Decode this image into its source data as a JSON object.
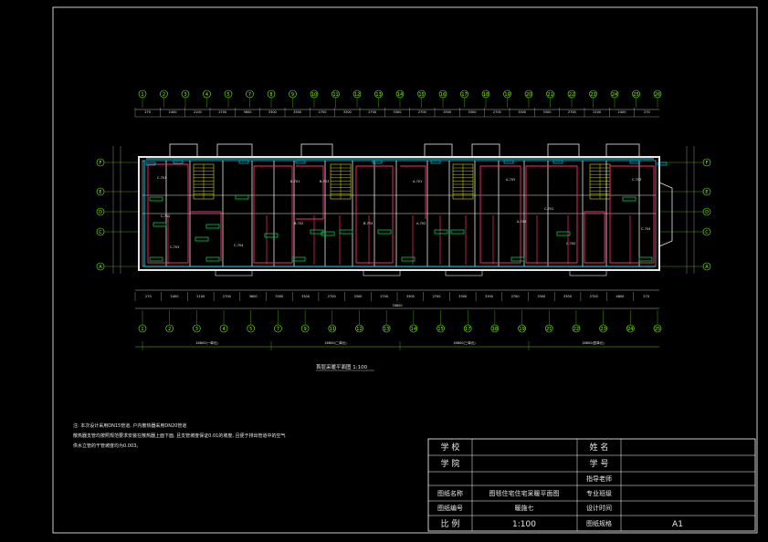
{
  "drawing": {
    "caption": "首层采暖平面图 1:100",
    "notes": [
      "注: 本次设计采用DN15管道,  户内散热器采用DN20管道",
      "散热器支管均按照规范要求安装在散热器上面下面, 且支管坡度保证0.01的坡度,  且便于排出管道中的空气",
      "供水立管的干管坡度均为0.003。"
    ],
    "axes_top": [
      "1",
      "2",
      "3",
      "4",
      "5",
      "7",
      "8",
      "9",
      "10",
      "11",
      "12",
      "13",
      "14",
      "15",
      "16",
      "17",
      "18",
      "19",
      "20",
      "21",
      "22",
      "23",
      "24",
      "25",
      "26"
    ],
    "axes_bottom": [
      "1",
      "2",
      "3",
      "4",
      "5",
      "7",
      "9",
      "11",
      "12",
      "13",
      "14",
      "15",
      "17",
      "18",
      "19",
      "21",
      "22",
      "23",
      "24",
      "25"
    ],
    "axes_side": [
      "F",
      "E",
      "D",
      "C",
      "A"
    ],
    "dims_top": [
      "270",
      "2400",
      "2100",
      "2700",
      "3600",
      "3300",
      "3300",
      "2700",
      "3300",
      "2700",
      "3300",
      "2700",
      "3300",
      "3300",
      "2700",
      "3300",
      "3300",
      "2700",
      "2100",
      "2400",
      "270"
    ],
    "dims_bottom": [
      "270",
      "2400",
      "2100",
      "2700",
      "3600",
      "3300",
      "3300",
      "2700",
      "3300",
      "2700",
      "3300",
      "2700",
      "3300",
      "3300",
      "2700",
      "3300",
      "3300",
      "2700",
      "4800",
      "270"
    ],
    "total_dim": "78600",
    "segment_dims": [
      "16800(一单元)",
      "16800(二单元)",
      "16800(三单元)",
      "16800(四单元)"
    ],
    "rooms": [
      "C-701",
      "C-702",
      "C-703",
      "C-704",
      "B-701",
      "B-702",
      "B-703",
      "B-704",
      "A-701",
      "A-702",
      "A-703",
      "A-704"
    ]
  },
  "title_block": {
    "school_label": "学 校",
    "school_value": "",
    "name_label": "姓 名",
    "name_value": "",
    "college_label": "学 院",
    "college_value": "",
    "student_id_label": "学 号",
    "student_id_value": "",
    "advisor_label": "指导老师",
    "advisor_value": "",
    "drawing_name_label": "图纸名称",
    "drawing_name_value": "图毯住宅住宅采暖平面图",
    "major_label": "专业班级",
    "major_value": "",
    "drawing_no_label": "图纸编号",
    "drawing_no_value": "暖施七",
    "design_time_label": "设计时间",
    "design_time_value": "",
    "scale_label": "比 例",
    "scale_value": "1:100",
    "sheet_size_label": "图纸规格",
    "sheet_size_value": "A1"
  },
  "colors": {
    "wall": "#e8e8e8",
    "axis": "#7CFC00",
    "supply_pipe": "#ff2a6d",
    "return_pipe": "#00e5ff",
    "stair": "#ffff00",
    "radiator": "#00c853",
    "frame": "#ffffff"
  }
}
